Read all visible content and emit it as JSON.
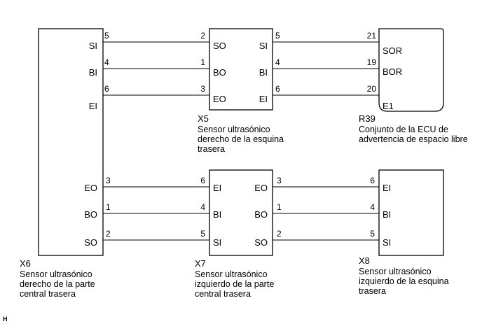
{
  "components": {
    "x6": {
      "code": "X6",
      "desc": [
        "Sensor ultrasónico",
        "derecho de la parte",
        "central trasera"
      ],
      "pins": {
        "si": "SI",
        "bi": "BI",
        "ei": "EI",
        "eo": "EO",
        "bo": "BO",
        "so": "SO"
      }
    },
    "x5": {
      "code": "X5",
      "desc": [
        "Sensor ultrasónico",
        "derecho de la esquina",
        "trasera"
      ],
      "pins": {
        "so": "SO",
        "bo": "BO",
        "eo": "EO",
        "si": "SI",
        "bi": "BI",
        "ei": "EI"
      }
    },
    "r39": {
      "code": "R39",
      "desc": [
        "Conjunto de la ECU de",
        "advertencia de espacio libre"
      ],
      "pins": {
        "sor": "SOR",
        "bor": "BOR",
        "e1": "E1"
      }
    },
    "x7": {
      "code": "X7",
      "desc": [
        "Sensor ultrasónico",
        "izquierdo de la parte",
        "central trasera"
      ],
      "pins": {
        "ei": "EI",
        "bi": "BI",
        "si": "SI",
        "eo": "EO",
        "bo": "BO",
        "so": "SO"
      }
    },
    "x8": {
      "code": "X8",
      "desc": [
        "Sensor ultrasónico",
        "izquierdo de la esquina",
        "trasera"
      ],
      "pins": {
        "ei": "EI",
        "bi": "BI",
        "si": "SI"
      }
    }
  },
  "wires": {
    "x6_x5": {
      "si": [
        "5",
        "2"
      ],
      "bi": [
        "4",
        "1"
      ],
      "ei": [
        "6",
        "3"
      ]
    },
    "x5_r39": {
      "si": [
        "5",
        "21"
      ],
      "bi": [
        "4",
        "19"
      ],
      "ei": [
        "6",
        "20"
      ]
    },
    "x6_x7": {
      "eo": [
        "3",
        "6"
      ],
      "bo": [
        "1",
        "4"
      ],
      "so": [
        "2",
        "5"
      ]
    },
    "x7_x8": {
      "eo": [
        "3",
        "6"
      ],
      "bo": [
        "1",
        "4"
      ],
      "so": [
        "2",
        "5"
      ]
    }
  },
  "footer_mark": "H"
}
